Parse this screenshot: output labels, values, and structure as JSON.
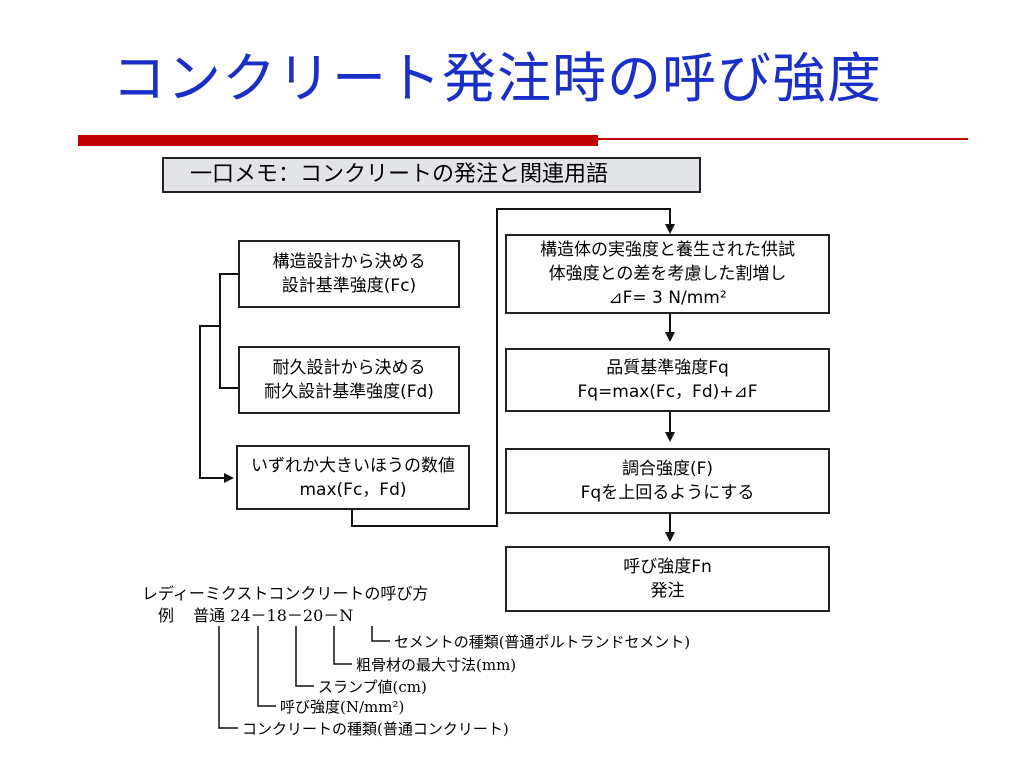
{
  "slide": {
    "title": "コンクリート発注時の呼び強度",
    "memo_title": "一口メモ：コンクリートの発注と関連用語"
  },
  "flow_left": {
    "box1": {
      "line1": "構造設計から決める",
      "line2": "設計基準強度(Fc)"
    },
    "box2": {
      "line1": "耐久設計から決める",
      "line2": "耐久設計基準強度(Fd)"
    },
    "box3": {
      "line1": "いずれか大きいほうの数値",
      "line2": "max(Fc，Fd)"
    }
  },
  "flow_right": {
    "box1": {
      "line1": "構造体の実強度と養生された供試",
      "line2": "体強度との差を考慮した割増し",
      "line3": "⊿F= 3 N/mm²"
    },
    "box2": {
      "line1": "品質基準強度Fq",
      "line2": "Fq=max(Fc，Fd)+⊿F"
    },
    "box3": {
      "line1": "調合強度(F)",
      "line2": "Fqを上回るようにする"
    },
    "box4": {
      "line1": "呼び強度Fn",
      "line2": "発注"
    }
  },
  "example": {
    "heading": "レディーミクストコンクリートの呼び方",
    "label": "例",
    "designation": "普通 24－18－20－N",
    "legend": [
      "セメントの種類(普通ポルトランドセメント)",
      "粗骨材の最大寸法(mm)",
      "スランプ値(cm)",
      "呼び強度(N/mm²)",
      "コンクリートの種類(普通コンクリート)"
    ]
  },
  "colors": {
    "title": "#1a2fc8",
    "accent_rule": "#c00000",
    "memo_bg": "#e2e4e8"
  }
}
